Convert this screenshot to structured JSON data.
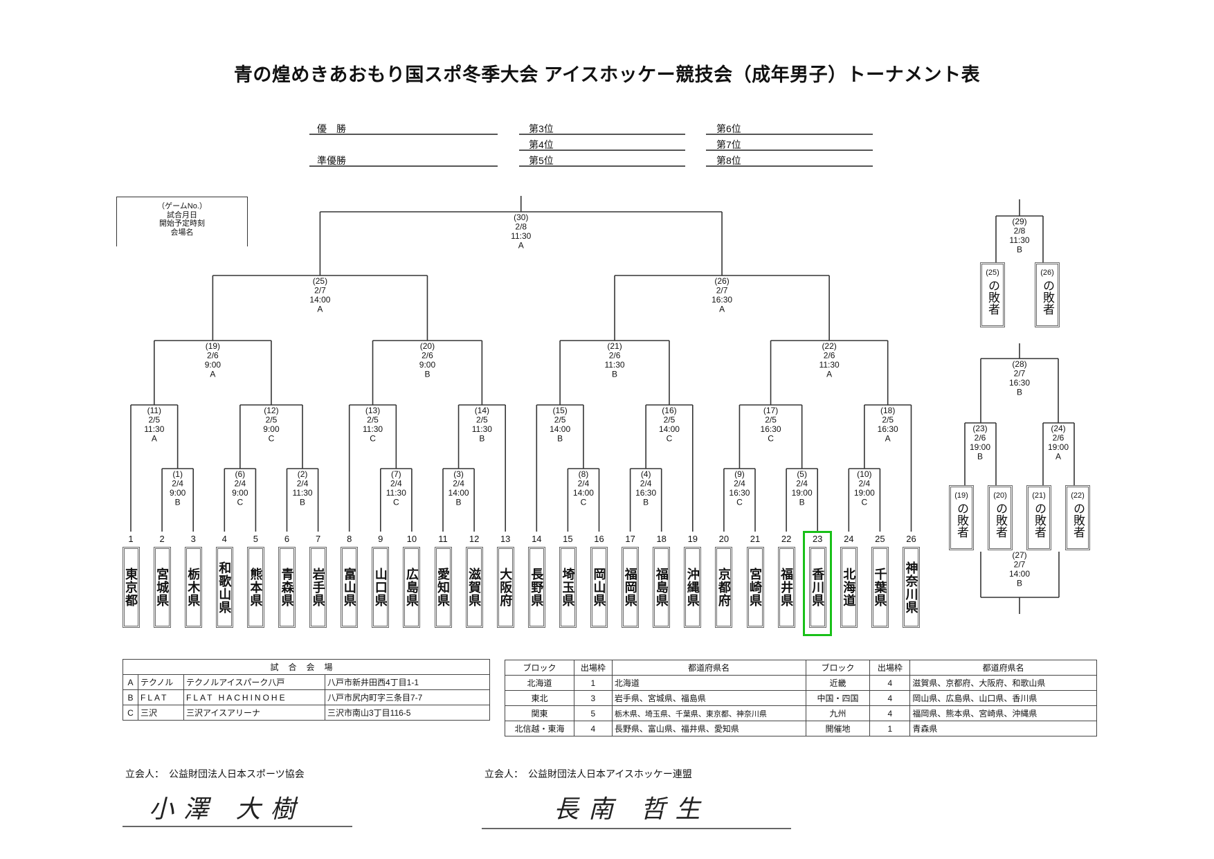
{
  "title": "青の煌めきあおもり国スポ冬季大会 アイスホッケー競技会（成年男子）トーナメント表",
  "rankings": {
    "first": "優　勝",
    "second": "準優勝",
    "third": "第3位",
    "fourth": "第4位",
    "fifth": "第5位",
    "sixth": "第6位",
    "seventh": "第7位",
    "eighth": "第8位"
  },
  "legend": [
    "（ゲームNo.）",
    "試合月日",
    "開始予定時刻",
    "会場名"
  ],
  "highlight_color": "#18c018",
  "highlighted_team": 23,
  "teams": [
    {
      "no": "1",
      "name": "東京都"
    },
    {
      "no": "2",
      "name": "宮城県"
    },
    {
      "no": "3",
      "name": "栃木県"
    },
    {
      "no": "4",
      "name": "和歌山県"
    },
    {
      "no": "5",
      "name": "熊本県"
    },
    {
      "no": "6",
      "name": "青森県"
    },
    {
      "no": "7",
      "name": "岩手県"
    },
    {
      "no": "8",
      "name": "富山県"
    },
    {
      "no": "9",
      "name": "山口県"
    },
    {
      "no": "10",
      "name": "広島県"
    },
    {
      "no": "11",
      "name": "愛知県"
    },
    {
      "no": "12",
      "name": "滋賀県"
    },
    {
      "no": "13",
      "name": "大阪府"
    },
    {
      "no": "14",
      "name": "長野県"
    },
    {
      "no": "15",
      "name": "埼玉県"
    },
    {
      "no": "16",
      "name": "岡山県"
    },
    {
      "no": "17",
      "name": "福岡県"
    },
    {
      "no": "18",
      "name": "福島県"
    },
    {
      "no": "19",
      "name": "沖縄県"
    },
    {
      "no": "20",
      "name": "京都府"
    },
    {
      "no": "21",
      "name": "宮崎県"
    },
    {
      "no": "22",
      "name": "福井県"
    },
    {
      "no": "23",
      "name": "香川県"
    },
    {
      "no": "24",
      "name": "北海道"
    },
    {
      "no": "25",
      "name": "千葉県"
    },
    {
      "no": "26",
      "name": "神奈川県"
    }
  ],
  "games": [
    {
      "no": 1,
      "label": "(1)",
      "date": "2/4",
      "time": "9:00",
      "venue": "B",
      "round": 1,
      "children": [
        {
          "team": 2
        },
        {
          "team": 3
        }
      ]
    },
    {
      "no": 2,
      "label": "(2)",
      "date": "2/4",
      "time": "11:30",
      "venue": "B",
      "round": 1,
      "children": [
        {
          "team": 6
        },
        {
          "team": 7
        }
      ]
    },
    {
      "no": 3,
      "label": "(3)",
      "date": "2/4",
      "time": "14:00",
      "venue": "B",
      "round": 1,
      "children": [
        {
          "team": 11
        },
        {
          "team": 12
        }
      ]
    },
    {
      "no": 4,
      "label": "(4)",
      "date": "2/4",
      "time": "16:30",
      "venue": "B",
      "round": 1,
      "children": [
        {
          "team": 17
        },
        {
          "team": 18
        }
      ]
    },
    {
      "no": 5,
      "label": "(5)",
      "date": "2/4",
      "time": "19:00",
      "venue": "B",
      "round": 1,
      "children": [
        {
          "team": 22
        },
        {
          "team": 23
        }
      ]
    },
    {
      "no": 6,
      "label": "(6)",
      "date": "2/4",
      "time": "9:00",
      "venue": "C",
      "round": 1,
      "children": [
        {
          "team": 4
        },
        {
          "team": 5
        }
      ]
    },
    {
      "no": 7,
      "label": "(7)",
      "date": "2/4",
      "time": "11:30",
      "venue": "C",
      "round": 1,
      "children": [
        {
          "team": 9
        },
        {
          "team": 10
        }
      ]
    },
    {
      "no": 8,
      "label": "(8)",
      "date": "2/4",
      "time": "14:00",
      "venue": "C",
      "round": 1,
      "children": [
        {
          "team": 15
        },
        {
          "team": 16
        }
      ]
    },
    {
      "no": 9,
      "label": "(9)",
      "date": "2/4",
      "time": "16:30",
      "venue": "C",
      "round": 1,
      "children": [
        {
          "team": 20
        },
        {
          "team": 21
        }
      ]
    },
    {
      "no": 10,
      "label": "(10)",
      "date": "2/4",
      "time": "19:00",
      "venue": "C",
      "round": 1,
      "children": [
        {
          "team": 24
        },
        {
          "team": 25
        }
      ]
    },
    {
      "no": 11,
      "label": "(11)",
      "date": "2/5",
      "time": "11:30",
      "venue": "A",
      "round": 2,
      "children": [
        {
          "team": 1
        },
        {
          "game": 1
        }
      ]
    },
    {
      "no": 12,
      "label": "(12)",
      "date": "2/5",
      "time": "9:00",
      "venue": "C",
      "round": 2,
      "children": [
        {
          "game": 6
        },
        {
          "game": 2
        }
      ]
    },
    {
      "no": 13,
      "label": "(13)",
      "date": "2/5",
      "time": "11:30",
      "venue": "C",
      "round": 2,
      "children": [
        {
          "team": 8
        },
        {
          "game": 7
        }
      ]
    },
    {
      "no": 14,
      "label": "(14)",
      "date": "2/5",
      "time": "11:30",
      "venue": "B",
      "round": 2,
      "children": [
        {
          "game": 3
        },
        {
          "team": 13
        }
      ]
    },
    {
      "no": 15,
      "label": "(15)",
      "date": "2/5",
      "time": "14:00",
      "venue": "B",
      "round": 2,
      "children": [
        {
          "team": 14
        },
        {
          "game": 8
        }
      ]
    },
    {
      "no": 16,
      "label": "(16)",
      "date": "2/5",
      "time": "14:00",
      "venue": "C",
      "round": 2,
      "children": [
        {
          "game": 4
        },
        {
          "team": 19
        }
      ]
    },
    {
      "no": 17,
      "label": "(17)",
      "date": "2/5",
      "time": "16:30",
      "venue": "C",
      "round": 2,
      "children": [
        {
          "game": 9
        },
        {
          "game": 5
        }
      ]
    },
    {
      "no": 18,
      "label": "(18)",
      "date": "2/5",
      "time": "16:30",
      "venue": "A",
      "round": 2,
      "children": [
        {
          "game": 10
        },
        {
          "team": 26
        }
      ]
    },
    {
      "no": 19,
      "label": "(19)",
      "date": "2/6",
      "time": "9:00",
      "venue": "A",
      "round": 3,
      "children": [
        {
          "game": 11
        },
        {
          "game": 12
        }
      ]
    },
    {
      "no": 20,
      "label": "(20)",
      "date": "2/6",
      "time": "9:00",
      "venue": "B",
      "round": 3,
      "children": [
        {
          "game": 13
        },
        {
          "game": 14
        }
      ]
    },
    {
      "no": 21,
      "label": "(21)",
      "date": "2/6",
      "time": "11:30",
      "venue": "B",
      "round": 3,
      "children": [
        {
          "game": 15
        },
        {
          "game": 16
        }
      ]
    },
    {
      "no": 22,
      "label": "(22)",
      "date": "2/6",
      "time": "11:30",
      "venue": "A",
      "round": 3,
      "children": [
        {
          "game": 17
        },
        {
          "game": 18
        }
      ]
    },
    {
      "no": 25,
      "label": "(25)",
      "date": "2/7",
      "time": "14:00",
      "venue": "A",
      "round": 4,
      "children": [
        {
          "game": 19
        },
        {
          "game": 20
        }
      ]
    },
    {
      "no": 26,
      "label": "(26)",
      "date": "2/7",
      "time": "16:30",
      "venue": "A",
      "round": 4,
      "children": [
        {
          "game": 21
        },
        {
          "game": 22
        }
      ]
    },
    {
      "no": 30,
      "label": "(30)",
      "date": "2/8",
      "time": "11:30",
      "venue": "A",
      "round": 5,
      "children": [
        {
          "game": 25
        },
        {
          "game": 26
        }
      ]
    }
  ],
  "consolation": {
    "games": [
      {
        "no": 29,
        "label": "(29)",
        "date": "2/8",
        "time": "11:30",
        "venue": "B"
      },
      {
        "no": 28,
        "label": "(28)",
        "date": "2/7",
        "time": "16:30",
        "venue": "B"
      },
      {
        "no": 23,
        "label": "(23)",
        "date": "2/6",
        "time": "19:00",
        "venue": "B"
      },
      {
        "no": 24,
        "label": "(24)",
        "date": "2/6",
        "time": "19:00",
        "venue": "A"
      },
      {
        "no": 27,
        "label": "(27)",
        "date": "2/7",
        "time": "14:00",
        "venue": "B"
      }
    ],
    "loser_suffix": "の敗者",
    "loser_boxes": [
      {
        "game": "(25)"
      },
      {
        "game": "(26)"
      },
      {
        "game": "(19)"
      },
      {
        "game": "(20)"
      },
      {
        "game": "(21)"
      },
      {
        "game": "(22)"
      }
    ]
  },
  "venue_table": {
    "header": "試合会場",
    "rows": [
      {
        "code": "A",
        "short": "テクノル",
        "name": "テクノルアイスパーク八戸",
        "address": "八戸市新井田西4丁目1-1"
      },
      {
        "code": "B",
        "short": "FLAT",
        "name": "FLAT HACHINOHE",
        "address": "八戸市尻内町字三条目7-7"
      },
      {
        "code": "C",
        "short": "三沢",
        "name": "三沢アイスアリーナ",
        "address": "三沢市南山3丁目116-5"
      }
    ]
  },
  "block_table": {
    "headers": [
      "ブロック",
      "出場枠",
      "都道府県名",
      "ブロック",
      "出場枠",
      "都道府県名"
    ],
    "rows": [
      [
        "北海道",
        "1",
        "北海道",
        "近畿",
        "4",
        "滋賀県、京都府、大阪府、和歌山県"
      ],
      [
        "東北",
        "3",
        "岩手県、宮城県、福島県",
        "中国・四国",
        "4",
        "岡山県、広島県、山口県、香川県"
      ],
      [
        "関東",
        "5",
        "栃木県、埼玉県、千葉県、東京都、神奈川県",
        "九州",
        "4",
        "福岡県、熊本県、宮崎県、沖縄県"
      ],
      [
        "北信越・東海",
        "4",
        "長野県、富山県、福井県、愛知県",
        "開催地",
        "1",
        "青森県"
      ]
    ]
  },
  "witnesses": [
    {
      "label": "立会人：　公益財団法人日本スポーツ協会",
      "signature": "小澤 大樹"
    },
    {
      "label": "立会人：　公益財団法人日本アイスホッケー連盟",
      "signature": "長南 哲生"
    }
  ]
}
